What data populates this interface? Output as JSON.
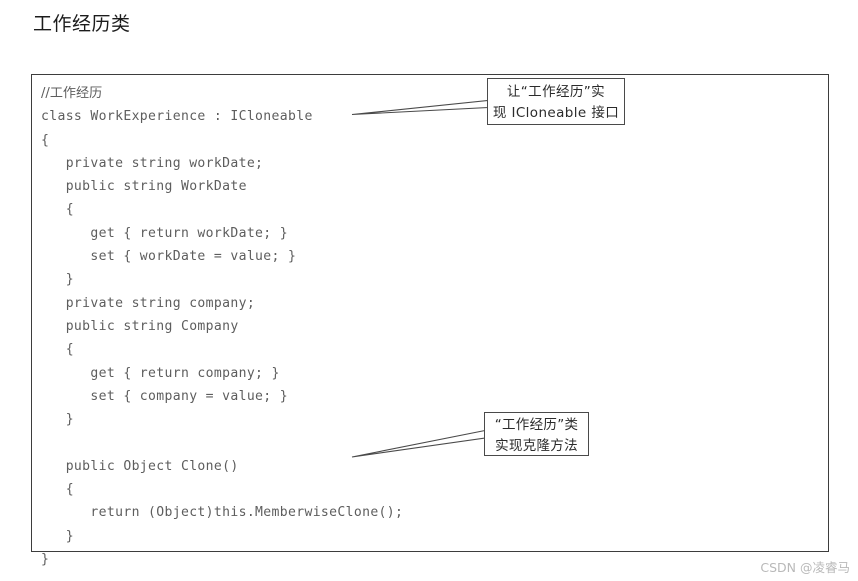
{
  "slide": {
    "title": "工作经历类"
  },
  "code_block": {
    "language": "csharp",
    "text": "//工作经历\nclass WorkExperience : ICloneable\n{\n   private string workDate;\n   public string WorkDate\n   {\n      get { return workDate; }\n      set { workDate = value; }\n   }\n   private string company;\n   public string Company\n   {\n      get { return company; }\n      set { company = value; }\n   }\n\n   public Object Clone()\n   {\n      return (Object)this.MemberwiseClone();\n   }\n}",
    "lines": [
      "//工作经历",
      "class WorkExperience : ICloneable",
      "{",
      "   private string workDate;",
      "   public string WorkDate",
      "   {",
      "      get { return workDate; }",
      "      set { workDate = value; }",
      "   }",
      "   private string company;",
      "   public string Company",
      "   {",
      "      get { return company; }",
      "      set { company = value; }",
      "   }",
      "",
      "   public Object Clone()",
      "   {",
      "      return (Object)this.MemberwiseClone();",
      "   }",
      "}"
    ]
  },
  "callouts": [
    {
      "id": "interface",
      "line1": "让“工作经历”实",
      "line2": "现 ICloneable 接口",
      "points_at": "class WorkExperience : ICloneable"
    },
    {
      "id": "clone",
      "line1": "“工作经历”类",
      "line2": "实现克隆方法",
      "points_at": "public Object Clone()"
    }
  ],
  "watermark": {
    "text": "CSDN @凌睿马"
  },
  "colors": {
    "page_background": "#ffffff",
    "frame_border": "#3d3d3d",
    "code_text": "#5d5d5d",
    "callout_border": "#4a4a4a",
    "callout_text": "#2b2b2b",
    "title_text": "#1c1c1c",
    "watermark_text": "#b9b9b9",
    "leader_line": "#4a4a4a"
  }
}
